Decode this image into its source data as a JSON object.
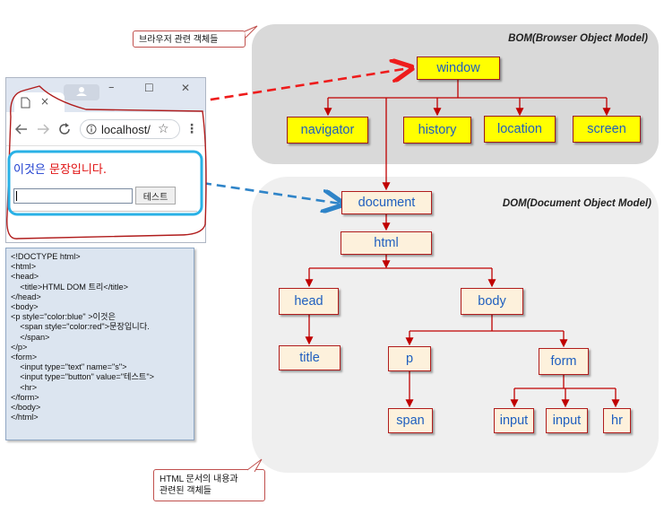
{
  "bom": {
    "title": "BOM(Browser Object Model)",
    "callout": "브라우저 관련 객체들",
    "window": "window",
    "children": [
      "navigator",
      "history",
      "location",
      "screen"
    ]
  },
  "dom": {
    "title": "DOM(Document Object Model)",
    "callout_line1": "HTML 문서의 내용과",
    "callout_line2": "관련된 객체들",
    "nodes": {
      "document": "document",
      "html": "html",
      "head": "head",
      "body": "body",
      "title": "title",
      "p": "p",
      "form": "form",
      "span": "span",
      "input1": "input",
      "input2": "input",
      "hr": "hr"
    }
  },
  "browser": {
    "tab_close": "×",
    "minimize": "–",
    "maximize": "☐",
    "close": "✕",
    "url": "localhost/",
    "paragraph_blue": "이것은 ",
    "paragraph_red": "문장입니다.",
    "button_label": "테스트"
  },
  "code": [
    "<!DOCTYPE html>",
    "<html>",
    "<head>",
    "    <title>HTML DOM 트리</title>",
    "</head>",
    "<body>",
    "<p style=\"color:blue\" >이것은",
    "    <span style=\"color:red\">문장입니다.",
    "    </span>",
    "</p>",
    "<form>",
    "    <input type=\"text\" name=\"s\">",
    "    <input type=\"button\" value=\"테스트\">",
    "    <hr>",
    "</form>",
    "</body>",
    "</html>"
  ],
  "colors": {
    "connector": "#c00000",
    "arrow_red": "#ee1c1c",
    "arrow_blue": "#2f84c8",
    "bom_node": "#ffff00",
    "dom_node": "#fdf1dc"
  }
}
